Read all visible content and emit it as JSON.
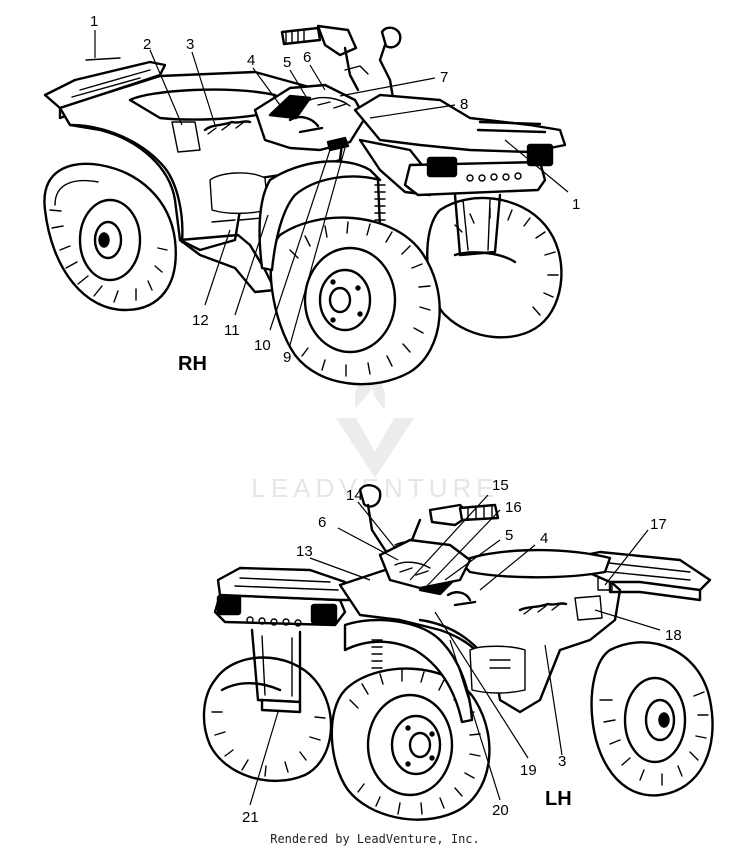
{
  "watermark": {
    "text": "LEADVENTURE",
    "logo_icon": "leadventure-logo-icon"
  },
  "views": {
    "rh": {
      "label": "RH"
    },
    "lh": {
      "label": "LH"
    }
  },
  "callouts": {
    "rh": [
      "1",
      "2",
      "3",
      "4",
      "5",
      "6",
      "7",
      "8",
      "1",
      "12",
      "11",
      "10",
      "9"
    ],
    "lh": [
      "15",
      "14",
      "16",
      "6",
      "5",
      "4",
      "17",
      "13",
      "18",
      "21",
      "20",
      "19",
      "3"
    ]
  },
  "footer": {
    "text": "Rendered by LeadVenture, Inc."
  }
}
